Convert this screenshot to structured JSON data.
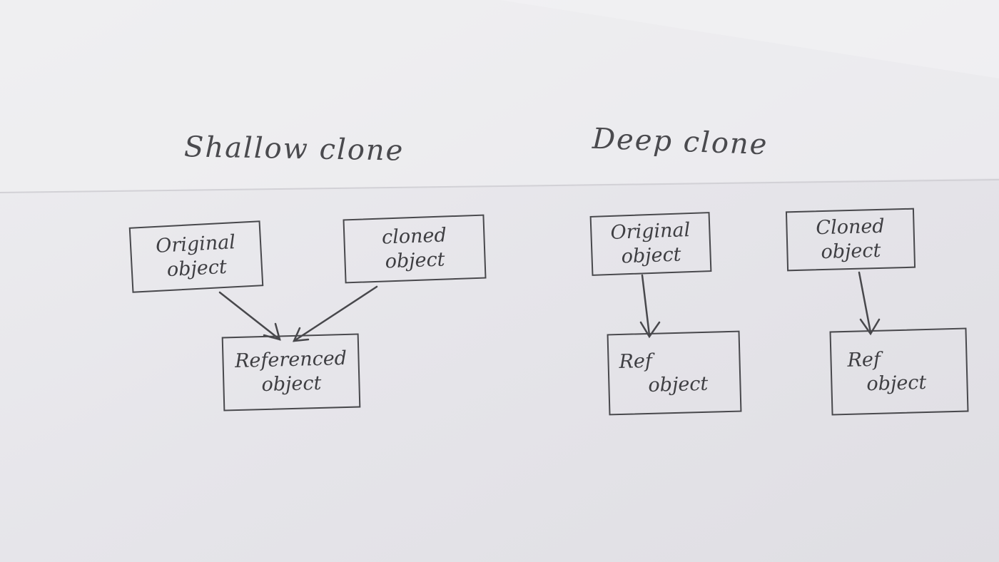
{
  "shallow": {
    "heading": "Shallow clone",
    "original": {
      "line1": "Original",
      "line2": "object"
    },
    "cloned": {
      "line1": "cloned",
      "line2": "object"
    },
    "referenced": {
      "line1": "Referenced",
      "line2": "object"
    }
  },
  "deep": {
    "heading": "Deep clone",
    "original": {
      "line1": "Original",
      "line2": "object"
    },
    "cloned": {
      "line1": "Cloned",
      "line2": "object"
    },
    "ref_left": {
      "line1": "Ref",
      "line2": "object"
    },
    "ref_right": {
      "line1": "Ref",
      "line2": "object"
    }
  },
  "colors": {
    "paper_top": "#ececef",
    "paper_bottom": "#e2e1e6",
    "ink": "#48484c"
  }
}
